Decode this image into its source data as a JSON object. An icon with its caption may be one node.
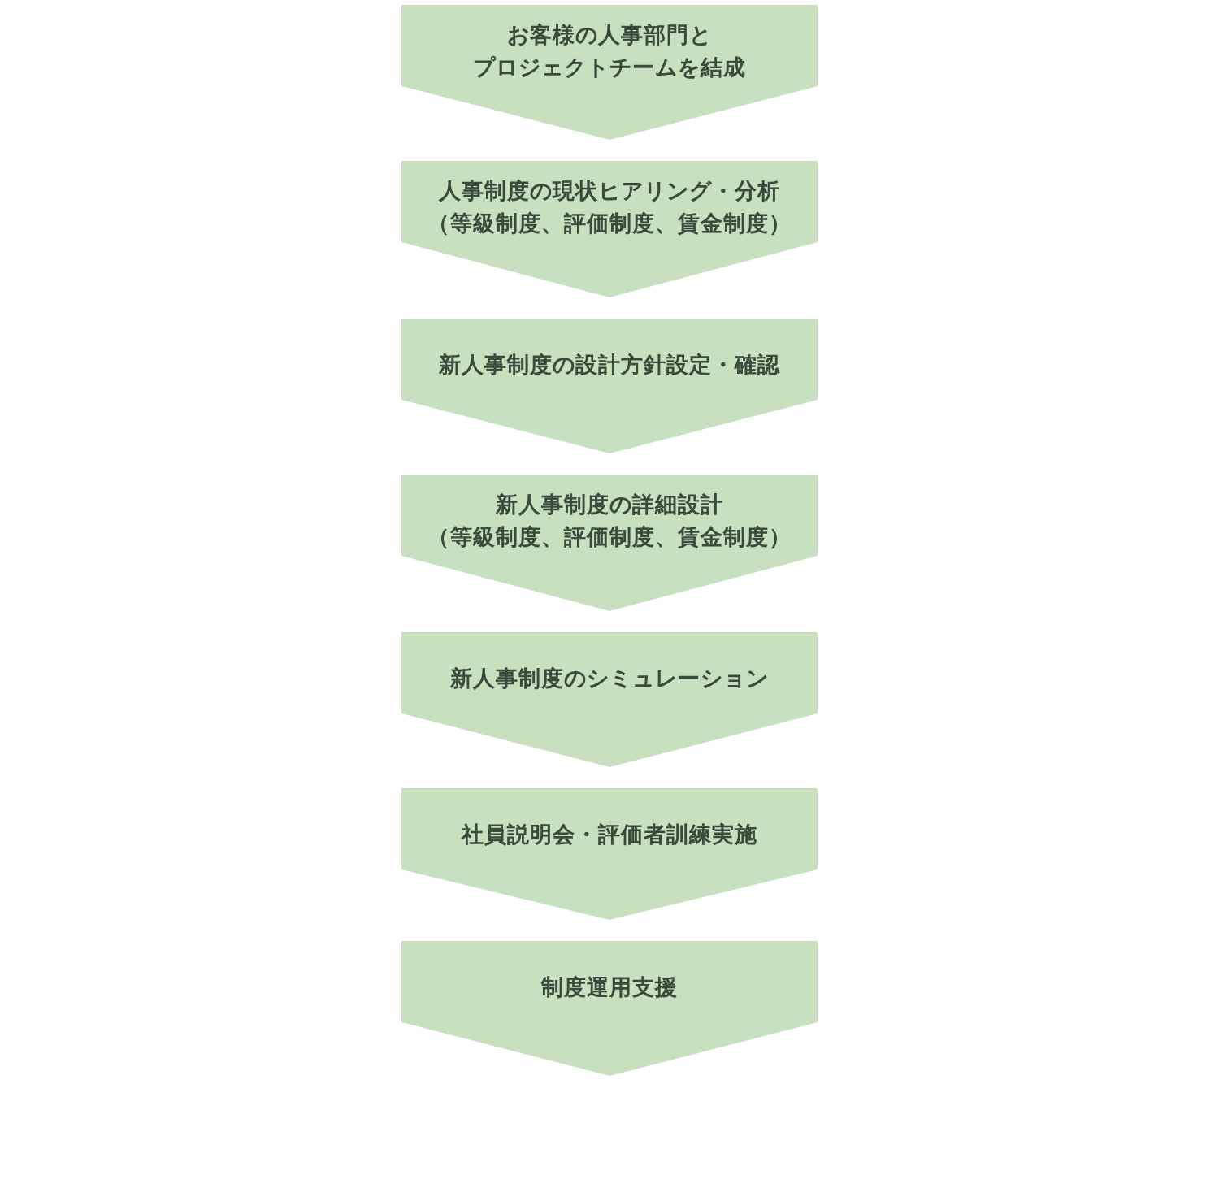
{
  "diagram": {
    "nodes": [
      {
        "text": [
          "お客様の人事部門とプロジェクトチームを結成"
        ]
      },
      {
        "text": [
          "人事制度の現状ヒアリング・分析",
          "（等級制度、評価制度、賃金制度）"
        ]
      },
      {
        "text": [
          "新人事制度の設計方針設定・確認"
        ]
      },
      {
        "text": [
          "新人事制度の詳細設計",
          "（等級制度、評価制度、賃金制度）"
        ]
      },
      {
        "text": [
          "新人事制度のシミュレーション"
        ]
      },
      {
        "text": [
          "社員説明会・評価者訓練実施"
        ]
      },
      {
        "text": [
          "制度運用支援"
        ]
      }
    ],
    "edges": [
      {
        "from": 0,
        "to": 1,
        "arrow": "to"
      },
      {
        "from": 1,
        "to": 2,
        "arrow": "to"
      },
      {
        "from": 2,
        "to": 3,
        "arrow": "to"
      },
      {
        "from": 3,
        "to": 4,
        "arrow": "to"
      },
      {
        "from": 4,
        "to": 5,
        "arrow": "to"
      },
      {
        "from": 5,
        "to": 6,
        "arrow": "to"
      },
      {
        "from": 6,
        "to": null,
        "arrow": "to"
      }
    ]
  }
}
